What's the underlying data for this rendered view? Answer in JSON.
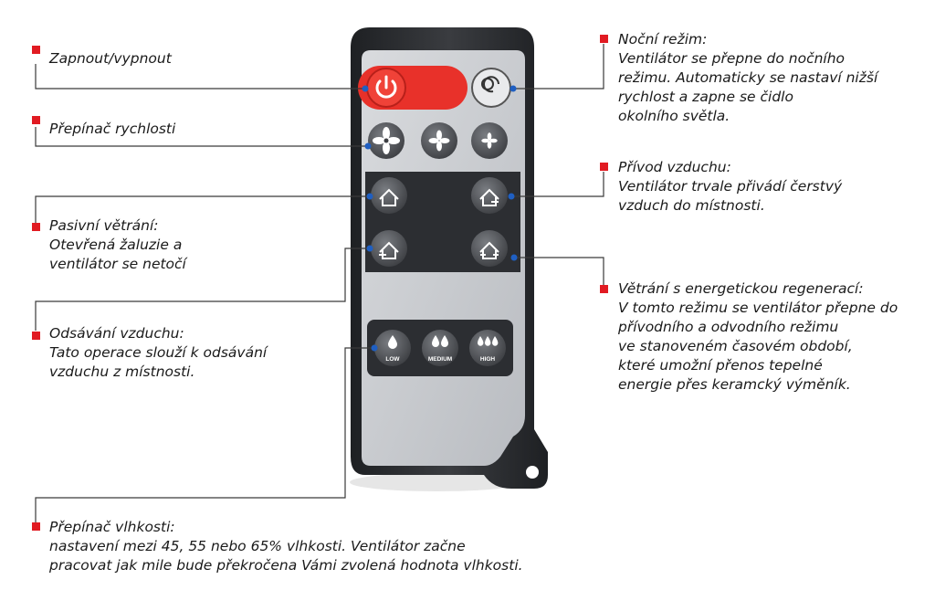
{
  "colors": {
    "marker": "#e11b22",
    "leader_line": "#3a3a3a",
    "leader_dot": "#1f5fc2",
    "power_red": "#e8312a",
    "remote_body": "#2a2c30",
    "remote_face": "#c9ccd0",
    "button": "#4a4c50",
    "button_icon": "#ffffff"
  },
  "callouts": {
    "power": {
      "title": "Zapnout/vypnout"
    },
    "speed": {
      "title": "Přepínač rychlosti"
    },
    "passive": {
      "title": "Pasivní větrání:",
      "desc": "Otevřená žaluzie a\nventilátor se netočí"
    },
    "exhaust": {
      "title": "Odsávání vzduchu:",
      "desc": "Tato operace slouží k odsávání\nvzduchu z místnosti."
    },
    "humidity": {
      "title": "Přepínač vlhkosti:",
      "desc": "nastavení mezi 45, 55 nebo 65% vlhkosti. Ventilátor začne\npracovat jak mile bude překročena Vámi zvolená hodnota vlhkosti."
    },
    "night": {
      "title": "Noční režim:",
      "desc": "Ventilátor se přepne do nočního\nrežimu. Automaticky se nastaví nižší\nrychlost a zapne se čidlo\nokolního světla."
    },
    "intake": {
      "title": "Přívod vzduchu:",
      "desc": "Ventilátor trvale přivádí čerstvý\nvzduch do místnosti."
    },
    "recovery": {
      "title": "Větrání s energetickou regenerací:",
      "desc": "V tomto režimu se ventilátor přepne do\npřívodního a odvodního režimu\nve stanoveném časovém období,\nkteré umožní přenos tepelné\nenergie přes keramcký výměník."
    }
  },
  "remote": {
    "humidity_buttons": {
      "low": "LOW",
      "medium": "MEDIUM",
      "high": "HIGH"
    }
  },
  "icons": {
    "power": "power-icon",
    "night": "night-mode-icon",
    "fan": "fan-icon",
    "house": "house-airflow-icon",
    "drop": "water-drop-icon"
  }
}
